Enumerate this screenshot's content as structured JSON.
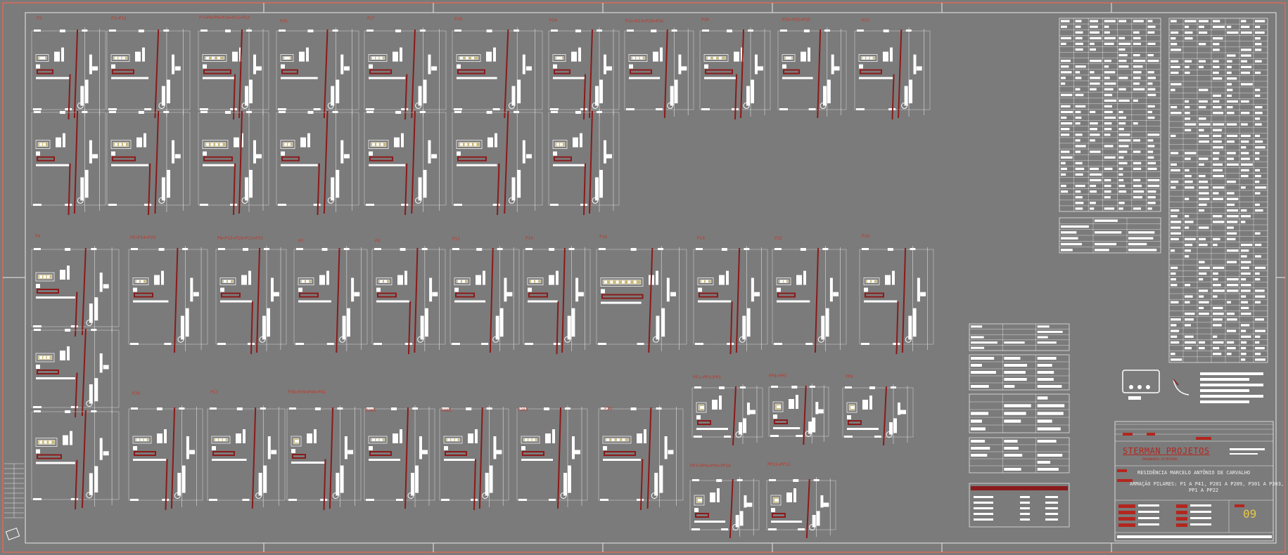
{
  "colors": {
    "background": "#7b7b7b",
    "frame": "#d96a5a",
    "line": "#f2f2f2",
    "bar": "#8b1a1a",
    "section_fill": "#c8b87a",
    "title_red": "#b3261e",
    "sheet_number": "#e6c84a"
  },
  "title_block": {
    "company": "STERMAN PROJETOS",
    "company_sub": "ENGENHARIA ESTRUTURAL",
    "project": "RESIDÊNCIA MARCELO ANTÔNIO DE CARVALHO",
    "drawing_line1": "ARMAÇÃO PILARES: P1 A P41, P201 A P209, P301 A P303,",
    "drawing_line2": "PP1 A PP22",
    "sheet_number": "09"
  },
  "pillar_labels": {
    "row1": [
      "P3",
      "P2=P13",
      "P7=P8=P9=P10=P11=P12",
      "P25",
      "P27",
      "P28",
      "P34",
      "P22=P23=P24=P26",
      "P30",
      "P32=P33=P35",
      "P37"
    ],
    "row2": [
      "P4",
      "P5=P14=P20",
      "P6=P15=P16=P21=P31",
      "P7",
      "P9",
      "P11",
      "P16",
      "P18",
      "P19",
      "P22",
      "P26"
    ],
    "row3": [
      "P29",
      "P17",
      "P38=P39=P40=P41",
      "P201",
      "P202",
      "P203",
      "P23"
    ],
    "small": [
      "PP1=PP2=PP3",
      "PP4=PP5",
      "PP6",
      "PP7=PP8=PP9=PP10",
      "PP11=PP12"
    ]
  }
}
